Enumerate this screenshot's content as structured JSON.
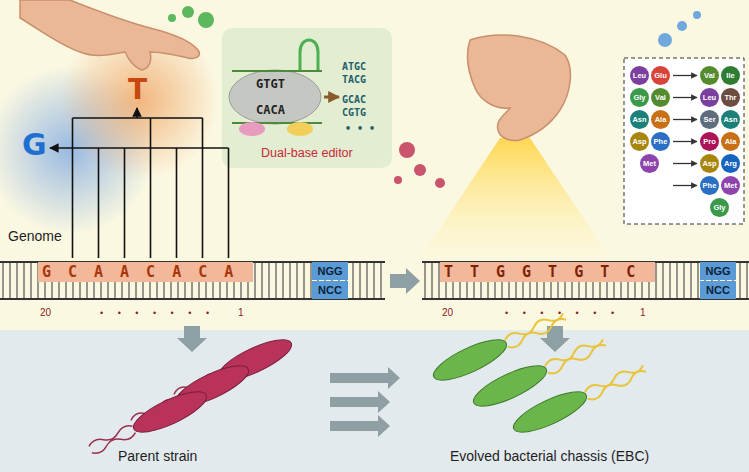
{
  "diagram": {
    "nodes": [
      {
        "text": [
          "Genome"
        ]
      },
      {
        "text": [
          "Dual-base editor"
        ],
        "in": 0
      },
      {
        "text": [
          "GCAACACA"
        ],
        "in": 0
      },
      {
        "text": [
          "NGG"
        ],
        "in": 0
      },
      {
        "text": [
          "NCC"
        ],
        "in": 0
      },
      {
        "text": [
          "TTGGTGTC"
        ],
        "in": 0
      },
      {
        "text": [
          "NGG"
        ],
        "in": 0
      },
      {
        "text": [
          "NCC"
        ],
        "in": 0
      },
      {
        "text": [
          "Leu"
        ],
        "in": 0
      },
      {
        "text": [
          "Glu"
        ],
        "in": 0
      },
      {
        "text": [
          "Gly"
        ],
        "in": 0
      },
      {
        "text": [
          "Val"
        ],
        "in": 0
      },
      {
        "text": [
          "Asn"
        ],
        "in": 0
      },
      {
        "text": [
          "Ala"
        ],
        "in": 0
      },
      {
        "text": [
          "Asp"
        ],
        "in": 0
      },
      {
        "text": [
          "Phe"
        ],
        "in": 0
      },
      {
        "text": [
          "Met"
        ],
        "in": 0
      },
      {
        "text": [
          "Val"
        ],
        "in": 0
      },
      {
        "text": [
          "Ile"
        ],
        "in": 0
      },
      {
        "text": [
          "Leu"
        ],
        "in": 0
      },
      {
        "text": [
          "Thr"
        ],
        "in": 0
      },
      {
        "text": [
          "Ser"
        ],
        "in": 0
      },
      {
        "text": [
          "Asn"
        ],
        "in": 0
      },
      {
        "text": [
          "Pro"
        ],
        "in": 0
      },
      {
        "text": [
          "Ala"
        ],
        "in": 0
      },
      {
        "text": [
          "Asp"
        ],
        "in": 0
      },
      {
        "text": [
          "Arg"
        ],
        "in": 0
      },
      {
        "text": [
          "Phe"
        ],
        "in": 0
      },
      {
        "text": [
          "Met"
        ],
        "in": 0
      },
      {
        "text": [
          "Gly"
        ],
        "in": 0
      },
      {
        "text": [
          "Parent strain",
          "Evolved bacterial chassis (EBC)"
        ]
      }
    ],
    "labels": [
      "G",
      "T",
      "GTGT",
      "CACA",
      "ATGC",
      "TACG",
      "GCAC",
      "CGTG",
      "• • •",
      "20",
      "• • • • • • •",
      "1",
      "20",
      "• • • • • • •",
      "1"
    ]
  }
}
